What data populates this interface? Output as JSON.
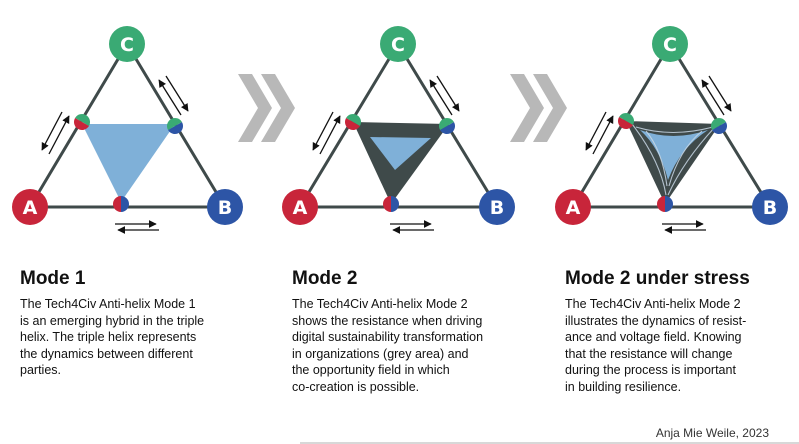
{
  "nodes": {
    "a": {
      "label": "A",
      "color": "#c8253a"
    },
    "b": {
      "label": "B",
      "color": "#2d55a6"
    },
    "c": {
      "label": "C",
      "color": "#3aaa74"
    }
  },
  "colors": {
    "opportunity_field": "#7fb0d8",
    "resistance_area": "#3f4a4a",
    "triangle_stroke": "#3f4a4a",
    "chevron": "#b8b8b8"
  },
  "panels": [
    {
      "title": "Mode 1",
      "description": "The Tech4Civ Anti-helix Mode 1\nis an emerging hybrid in the triple\nhelix. The triple helix represents\nthe dynamics between different\nparties."
    },
    {
      "title": "Mode 2",
      "description": "The Tech4Civ Anti-helix Mode 2\nshows the resistance when driving\ndigital sustainability transformation\nin organizations (grey area) and\nthe opportunity field in which\nco-creation is possible."
    },
    {
      "title": "Mode 2 under stress",
      "description": "The Tech4Civ Anti-helix Mode 2\nillustrates the dynamics of resist-\nance and voltage field. Knowing\nthat the resistance will change\nduring the process is important\nin building resilience."
    }
  ],
  "credit": "Anja Mie Weile, 2023"
}
